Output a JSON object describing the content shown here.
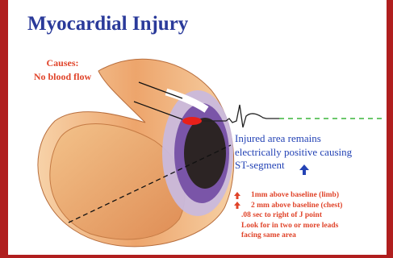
{
  "title": "Myocardial Injury",
  "causes": {
    "label": "Causes:",
    "value": "No blood flow"
  },
  "explanation": {
    "line1": "Injured area remains",
    "line2": "electrically positive causing",
    "line3": "ST-segment"
  },
  "criteria": [
    "1mm above baseline (limb)",
    "2 mm above baseline (chest)",
    ".08 sec to right of J point",
    "Look for in two or more leads",
    "facing same area"
  ],
  "colors": {
    "frame": "#b01e1e",
    "title": "#2a3a9a",
    "accent_red": "#e0442a",
    "blue_text": "#2443b5",
    "baseline": "#3ab53a",
    "infarct": "#2c2424",
    "injury_zone": "#7a55a8",
    "ischemia_zone": "#c9b9dc",
    "tissue": "#e8a56f"
  },
  "icons": {
    "up_arrow": "up-arrow-icon"
  }
}
